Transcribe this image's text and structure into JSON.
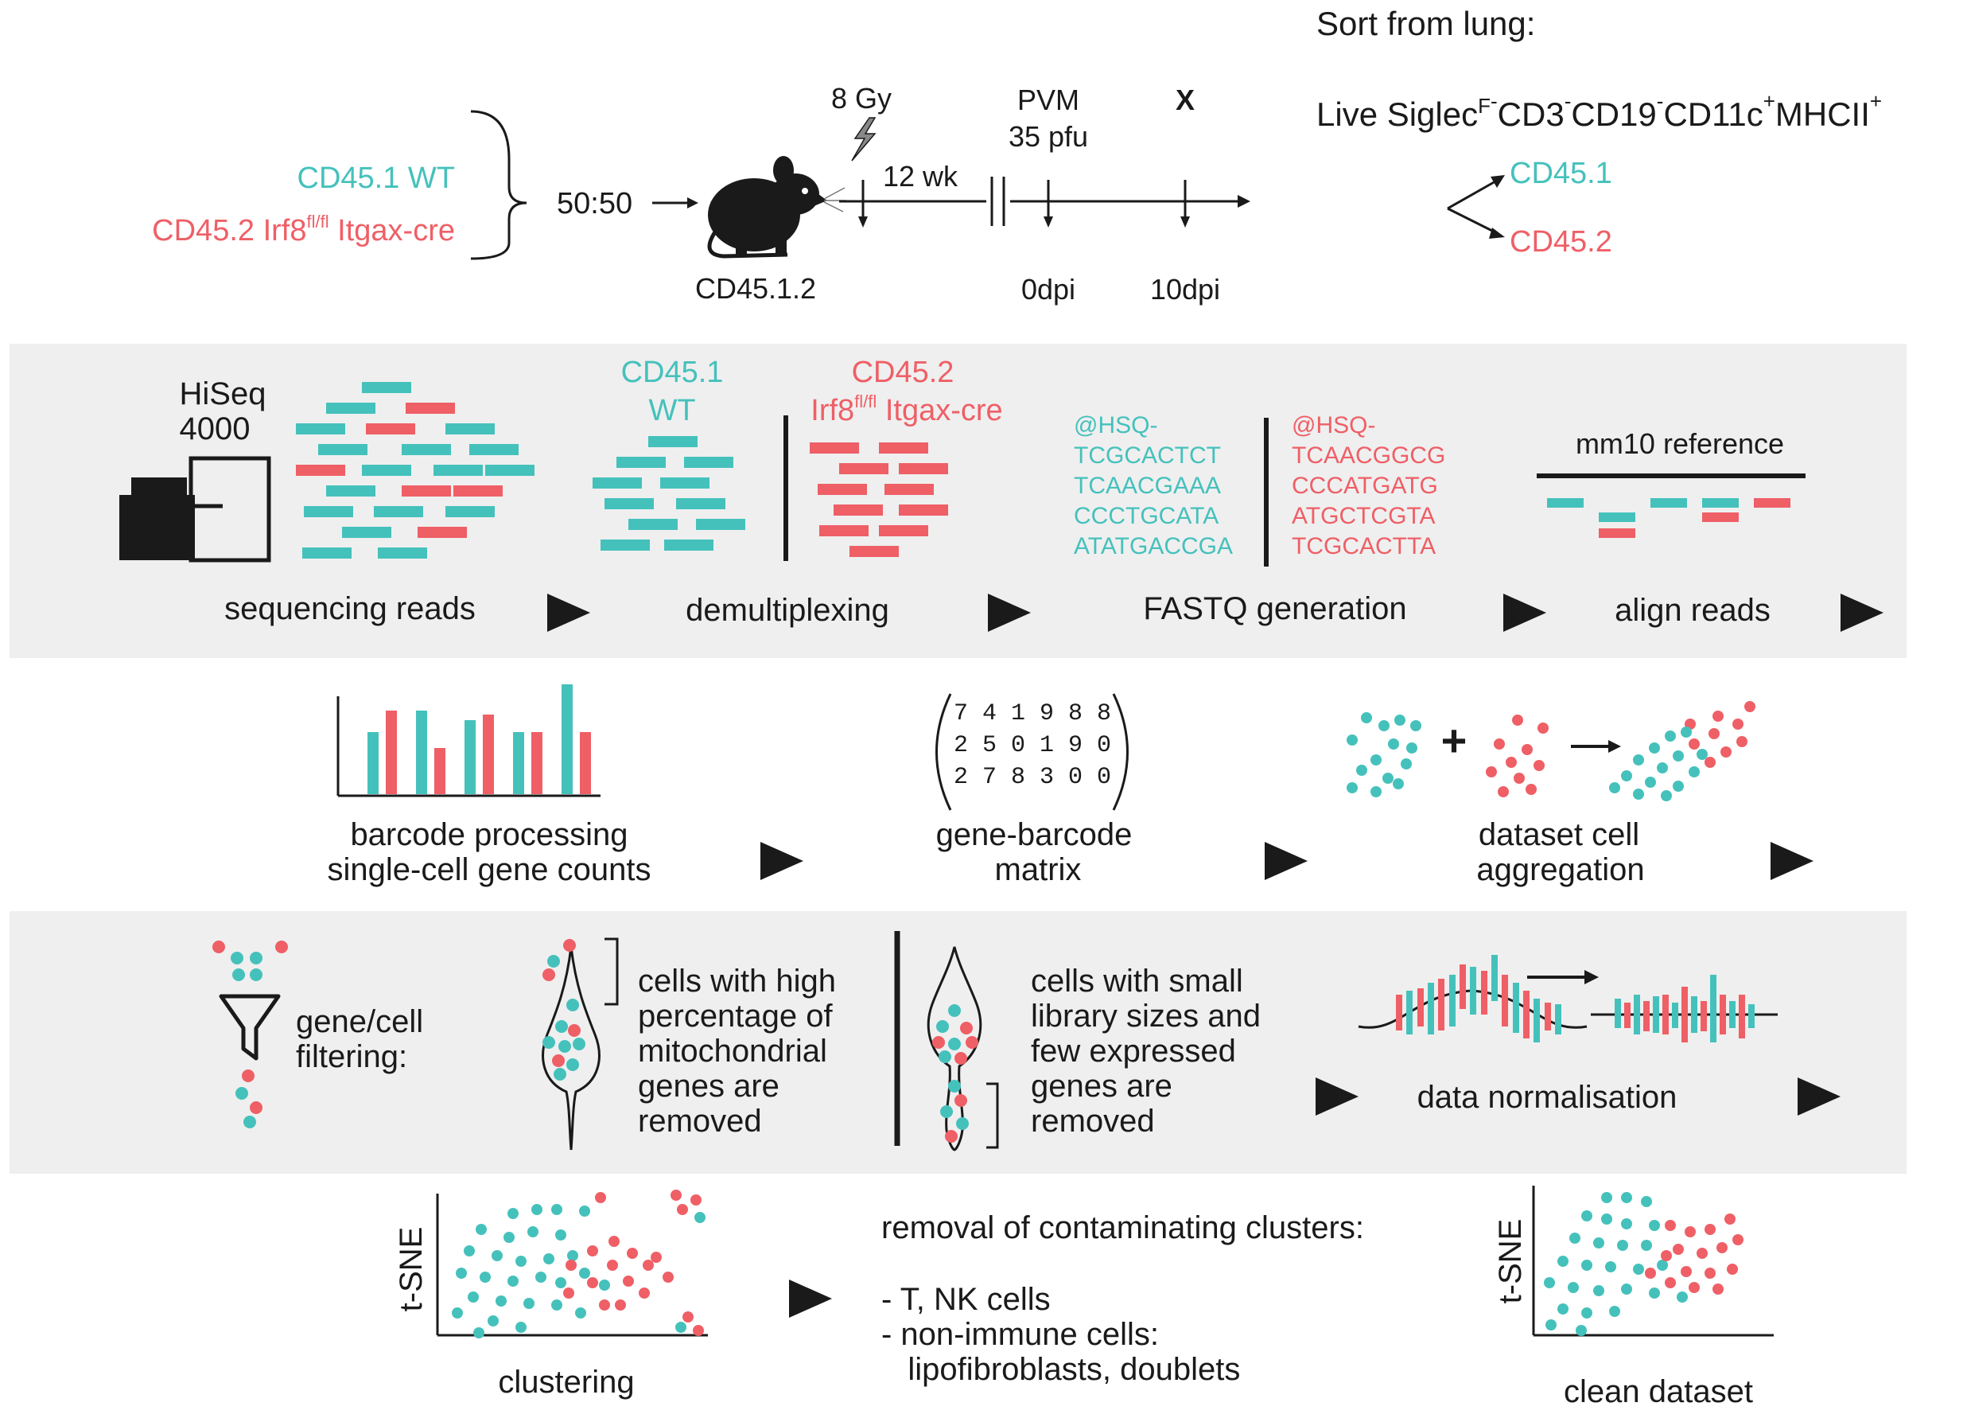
{
  "colors": {
    "teal": "#45c1bc",
    "red": "#ef5f66",
    "dark": "#1a1a1a",
    "band": "#efefef"
  },
  "top": {
    "sort_title": "Sort from lung:",
    "gating": {
      "live": "Live Siglec",
      "f_sup": "F",
      "m1": "-",
      "cd3": "CD3",
      "m2": "-",
      "cd19": "CD19",
      "m3": "-",
      "cd11c": "CD11c",
      "p1": "+",
      "mhcii": "MHCII",
      "p2": "+"
    },
    "donor_wt": "CD45.1 WT",
    "donor_ko_a": "CD45.2 Irf8",
    "donor_ko_sup": "fl/fl",
    "donor_ko_b": " Itgax-cre",
    "ratio": "50:50",
    "recipient": "CD45.1.2",
    "irradiation": "8 Gy",
    "wait": "12 wk",
    "infection_line1": "PVM",
    "infection_line2": "35 pfu",
    "sacrifice": "X",
    "t0": "0dpi",
    "t10": "10dpi",
    "out_a": "CD45.1",
    "out_b": "CD45.2"
  },
  "band1": {
    "hiseq_line1": "HiSeq",
    "hiseq_line2": "4000",
    "step1": "sequencing reads",
    "cd451_line1": "CD45.1",
    "cd451_line2": "WT",
    "cd452_line1": "CD45.2",
    "cd452_line2a": "Irf8",
    "cd452_sup": "fl/fl",
    "cd452_line2b": " Itgax-cre",
    "step2": "demultiplexing",
    "fastq_teal": [
      "@HSQ-",
      "TCGCACTCT",
      "TCAACGAAA",
      "CCCTGCATA",
      "ATATGACCGA"
    ],
    "fastq_red": [
      "@HSQ-",
      "TCAACGGCG",
      "CCCATGATG",
      "ATGCTCGTA",
      "TCGCACTTA"
    ],
    "step3": "FASTQ generation",
    "reference": "mm10 reference",
    "step4": "align reads"
  },
  "row2": {
    "barcode_line1": "barcode processing",
    "barcode_line2": "single-cell gene counts",
    "matrix_rows": [
      "7 4 1 9 8 8",
      "2 5 0 1 9 0",
      "2 7 8 3 0 0"
    ],
    "matrix_line1": "gene-barcode",
    "matrix_line2": "matrix",
    "agg_line1": "dataset cell",
    "agg_line2": "aggregation",
    "plus": "+",
    "arrow": "→"
  },
  "band2": {
    "filter_line1": "gene/cell",
    "filter_line2": "filtering:",
    "mito_lines": [
      "cells with high",
      "percentage of",
      "mitochondrial",
      "genes are",
      "removed"
    ],
    "lib_lines": [
      "cells with small",
      "library sizes and",
      "few expressed",
      "genes are",
      "removed"
    ],
    "norm": "data normalisation"
  },
  "row4": {
    "tsne": "t-SNE",
    "clustering": "clustering",
    "removal_title": "removal of contaminating clusters:",
    "removal_lines": [
      "- T, NK cells",
      "- non-immune cells:",
      "   lipofibroblasts, doublets"
    ],
    "clean": "clean dataset"
  }
}
